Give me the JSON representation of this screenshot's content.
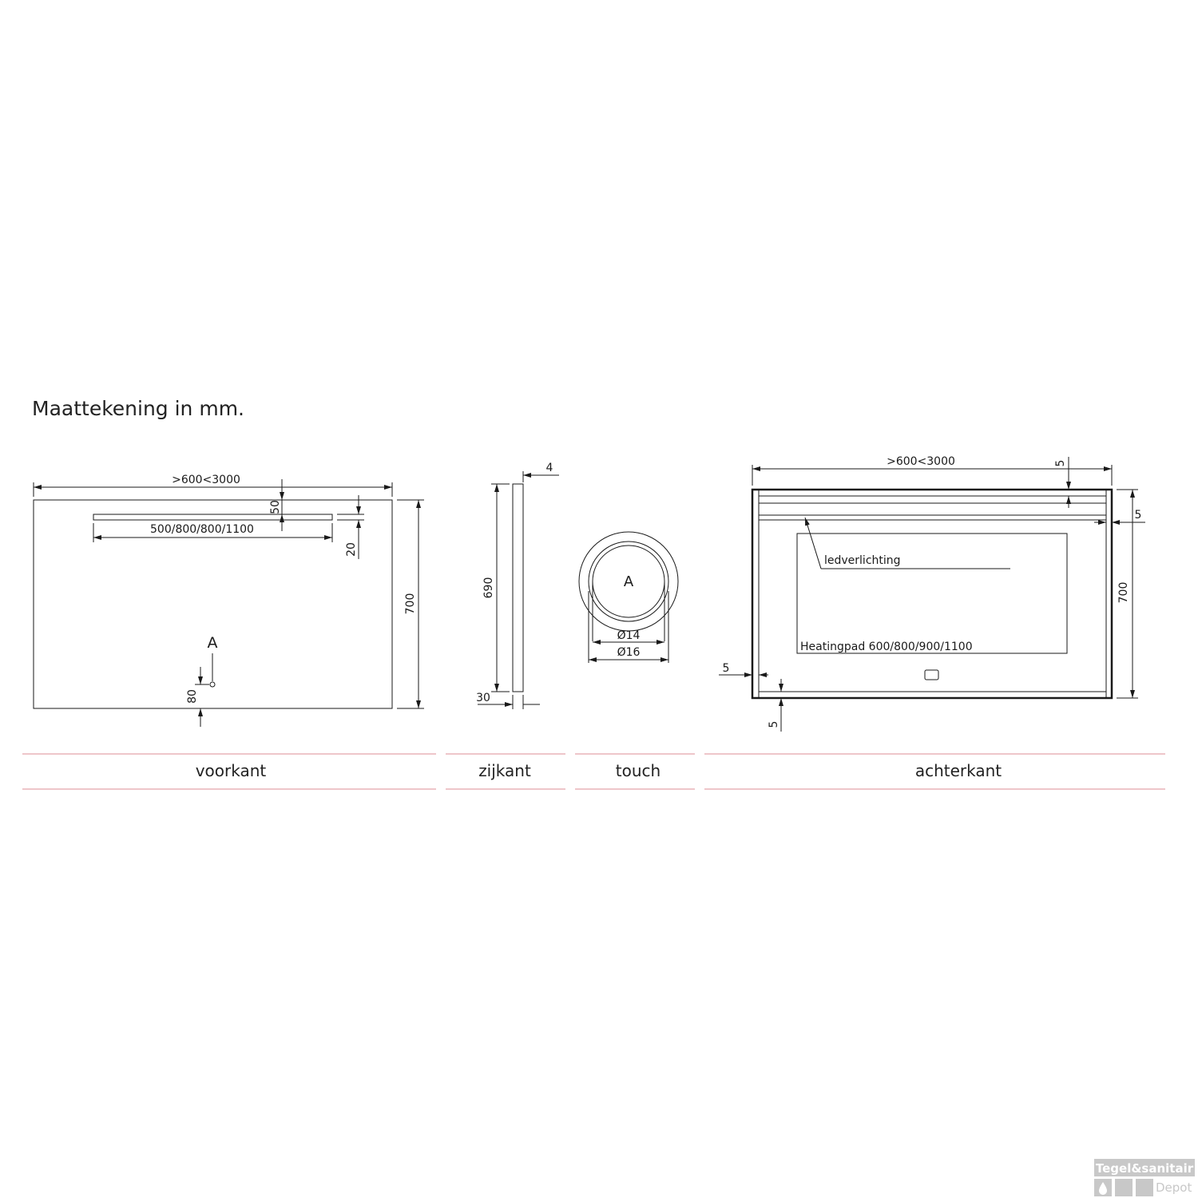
{
  "title": "Maattekening in mm.",
  "views": {
    "front": {
      "label": "voorkant",
      "width": ">600<3000",
      "height": "700",
      "led_length": "500/800/800/1100",
      "led_offset_top": "50",
      "led_height": "20",
      "touch_offset_bottom": "80",
      "touch_marker": "A"
    },
    "side": {
      "label": "zijkant",
      "height": "690",
      "thickness": "4",
      "depth": "30"
    },
    "touch": {
      "label": "touch",
      "marker": "A",
      "inner_diameter": "Ø14",
      "outer_diameter": "Ø16"
    },
    "back": {
      "label": "achterkant",
      "width": ">600<3000",
      "height": "700",
      "edge_top": "5",
      "edge_right": "5",
      "edge_left": "5",
      "edge_bottom": "5",
      "led_label": "ledverlichting",
      "heating_pad_label": "Heatingpad 600/800/900/1100"
    }
  },
  "watermark": {
    "brand": "Tegel&sanitair",
    "sub": "Depot"
  },
  "colors": {
    "line": "#1a1a1a",
    "section_rule": "#e3a3ab"
  }
}
